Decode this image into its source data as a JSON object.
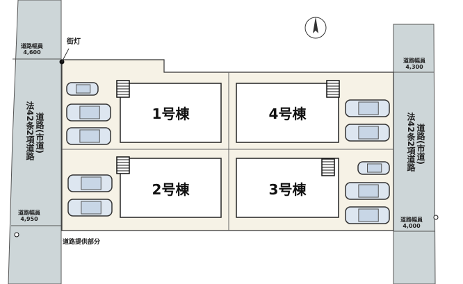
{
  "compass": "N",
  "street_light": "街灯",
  "road_provision": "道路提供部分",
  "road_width_label": "道路幅員",
  "widths": {
    "left_top": "4,600",
    "left_bottom": "4,950",
    "right_top": "4,300",
    "right_bottom": "4,000"
  },
  "road_type_a": "法42条2項道路",
  "road_type_b": "道路(市道)",
  "buildings": {
    "b1": "1号棟",
    "b2": "2号棟",
    "b3": "3号棟",
    "b4": "4号棟"
  },
  "colors": {
    "road": "#cdd6d8",
    "lot": "#f6f2e6",
    "building": "#ffffff"
  }
}
